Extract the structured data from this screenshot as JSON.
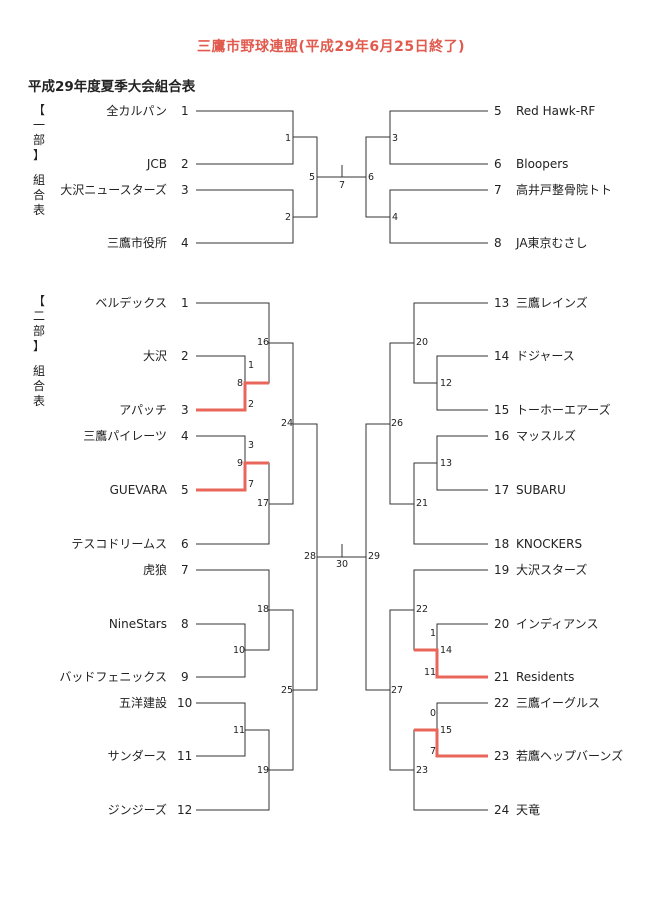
{
  "title": "三鷹市野球連盟(平成29年6月25日終了)",
  "subtitle": "平成29年度夏季大会組合表",
  "colors": {
    "title": "#e05a4e",
    "winner_line": "#e8665a",
    "line": "#333333"
  },
  "sections": [
    {
      "label_bracket_top": "【",
      "label_part": "一",
      "label_bu": "部",
      "label_bracket_bottom": "】",
      "label_word": [
        "組",
        "合",
        "表"
      ],
      "left_teams": [
        {
          "seed": "1",
          "name": "全カルパン"
        },
        {
          "seed": "2",
          "name": "JCB"
        },
        {
          "seed": "3",
          "name": "大沢ニュースターズ"
        },
        {
          "seed": "4",
          "name": "三鷹市役所"
        }
      ],
      "right_teams": [
        {
          "seed": "5",
          "name": "Red Hawk-RF"
        },
        {
          "seed": "6",
          "name": "Bloopers"
        },
        {
          "seed": "7",
          "name": "高井戸整骨院トト"
        },
        {
          "seed": "8",
          "name": "JA東京むさし"
        }
      ],
      "game_numbers": {
        "g1": "1",
        "g2": "2",
        "g3": "3",
        "g4": "4",
        "g5": "5",
        "g6": "6",
        "final": "7"
      }
    },
    {
      "label_bracket_top": "【",
      "label_part": "二",
      "label_bu": "部",
      "label_bracket_bottom": "】",
      "label_word": [
        "組",
        "合",
        "表"
      ],
      "left_teams": [
        {
          "seed": "1",
          "name": "ベルデックス"
        },
        {
          "seed": "2",
          "name": "大沢"
        },
        {
          "seed": "3",
          "name": "アパッチ"
        },
        {
          "seed": "4",
          "name": "三鷹パイレーツ"
        },
        {
          "seed": "5",
          "name": "GUEVARA"
        },
        {
          "seed": "6",
          "name": "テスコドリームス"
        },
        {
          "seed": "7",
          "name": "虎狼"
        },
        {
          "seed": "8",
          "name": "NineStars"
        },
        {
          "seed": "9",
          "name": "バッドフェニックス"
        },
        {
          "seed": "10",
          "name": "五洋建設"
        },
        {
          "seed": "11",
          "name": "サンダース"
        },
        {
          "seed": "12",
          "name": "ジンジーズ"
        }
      ],
      "right_teams": [
        {
          "seed": "13",
          "name": "三鷹レインズ"
        },
        {
          "seed": "14",
          "name": "ドジャース"
        },
        {
          "seed": "15",
          "name": "トーホーエアーズ"
        },
        {
          "seed": "16",
          "name": "マッスルズ"
        },
        {
          "seed": "17",
          "name": "SUBARU"
        },
        {
          "seed": "18",
          "name": "KNOCKERS"
        },
        {
          "seed": "19",
          "name": "大沢スターズ"
        },
        {
          "seed": "20",
          "name": "インディアンス"
        },
        {
          "seed": "21",
          "name": "Residents"
        },
        {
          "seed": "22",
          "name": "三鷹イーグルス"
        },
        {
          "seed": "23",
          "name": "若鷹ヘップバーンズ"
        },
        {
          "seed": "24",
          "name": "天竜"
        }
      ],
      "scores": {
        "s_2v3_top": "1",
        "s_2v3_bot": "2",
        "s_4v5_top": "3",
        "s_4v5_bot": "7",
        "s_20v21_top": "1",
        "s_20v21_bot": "11",
        "s_22v23_top": "0",
        "s_22v23_bot": "7"
      },
      "game_numbers": {
        "g8": "8",
        "g9": "9",
        "g10": "10",
        "g11": "11",
        "g12": "12",
        "g13": "13",
        "g14": "14",
        "g15": "15",
        "g16": "16",
        "g17": "17",
        "g18": "18",
        "g19": "19",
        "g20": "20",
        "g21": "21",
        "g22": "22",
        "g23": "23",
        "g24": "24",
        "g25": "25",
        "g26": "26",
        "g27": "27",
        "g28": "28",
        "g29": "29",
        "final": "30"
      }
    }
  ]
}
